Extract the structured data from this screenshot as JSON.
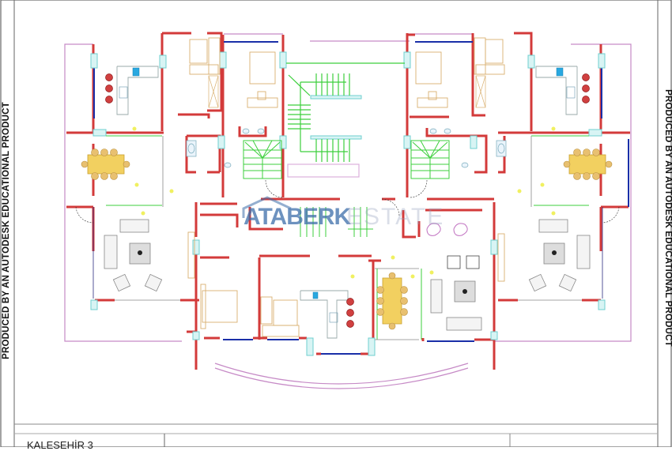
{
  "drawing": {
    "type": "architectural floor plan",
    "watermark_text": "PRODUCED BY AN AUTODESK EDUCATIONAL PRODUCT",
    "logo": {
      "main": "ATABERK",
      "tail": "ESTATE"
    },
    "title_block": {
      "project_name": "KALESEHİR 3"
    }
  },
  "colors": {
    "walls": "#d33a3a",
    "windows": "#1a2fa8",
    "stairs": "#3ccf3c",
    "glass_frames": "#7fd9d9",
    "balcony": "#c060c0",
    "furniture": "#d9b070",
    "seating": "#c83030",
    "frame": "#555555"
  },
  "units": [
    {
      "side": "left",
      "rooms": [
        "kitchen",
        "bedroom",
        "wc",
        "bathroom",
        "dining",
        "living",
        "balcony"
      ]
    },
    {
      "side": "right",
      "rooms": [
        "kitchen",
        "bedroom",
        "wc",
        "bathroom",
        "dining",
        "living",
        "balcony"
      ]
    },
    {
      "side": "center",
      "rooms": [
        "bedroom",
        "kitchen",
        "dining",
        "living",
        "stair",
        "balcony"
      ]
    }
  ]
}
